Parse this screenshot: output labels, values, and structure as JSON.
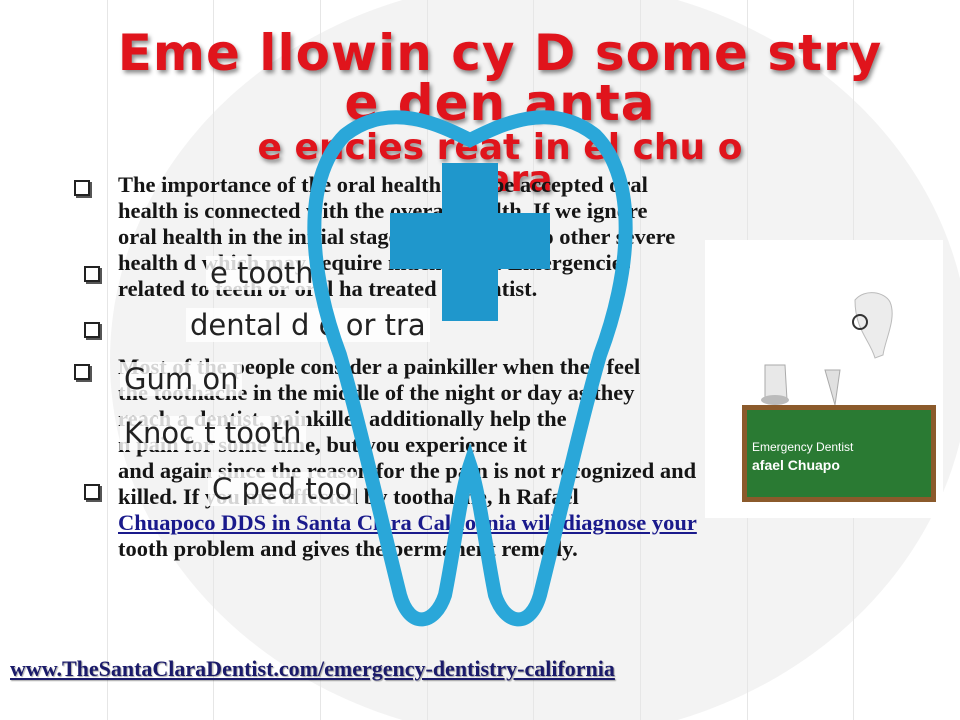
{
  "title": {
    "line1": "Eme  llowin  cy D some  stry  e den  anta",
    "line2": "e  encies     reat in     el chu     o",
    "line3": "Clara"
  },
  "bullets": [
    {
      "lines": [
        "The importance of the oral health is to be accepted  oral",
        "health is connected with the overall health. If we ignore",
        "oral health in the initial stages then it leads to other severe",
        "health d     which may require much more. Emergencies",
        "related to teeth or oral ha     treated at dentist."
      ]
    },
    {
      "lines": [
        "Most of the people consider a painkiller when they feel",
        "the toothache in the middle of the night or day as they",
        "reach a dentist. painkiller additionally help the",
        "n pain for some time, but you experience it",
        "and again since the reason for the pain is not recognized and",
        "killed. If you are affected by toothache, h     Rafael",
        "Chuapoco DDS in Santa Clara California  will diagnose your",
        "tooth problem and gives the permanent remedy."
      ],
      "link_parts": [
        "Rafael",
        "Chuapoco",
        "n Santa C",
        "lifornia"
      ]
    }
  ],
  "overlay_items": [
    "e tooth",
    "dental d   e or tra",
    "Gum      on",
    "Knoc      t tooth",
    "C     ped too"
  ],
  "board": {
    "line1": "Emergency Dentist",
    "line2": "afael Chuapo"
  },
  "footer": {
    "url": "www.TheSantaClaraDentist.com/emergency-dentistry-california"
  },
  "colors": {
    "title": "#e0141c",
    "tooth_outline": "#2aa7d9",
    "cross": "#1f97cc",
    "board": "#2a7a33"
  }
}
